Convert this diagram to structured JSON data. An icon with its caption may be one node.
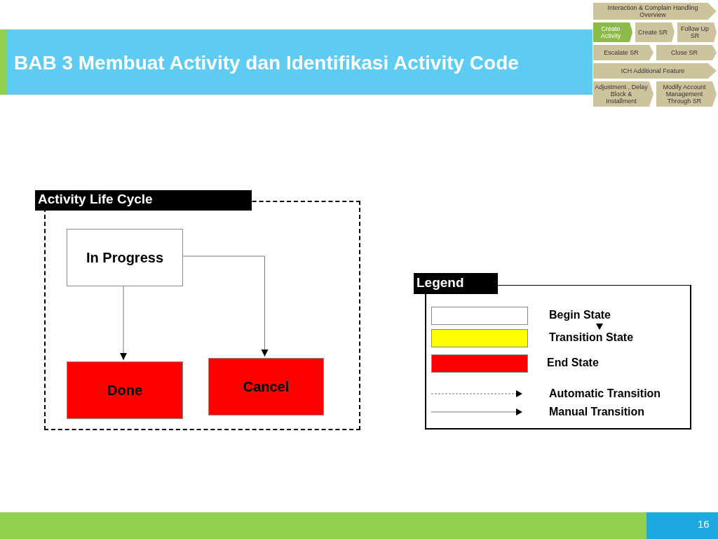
{
  "diagram": {
    "title": "BAB 3 Membuat Activity dan Identifikasi Activity Code",
    "nodes": [
      {
        "text": [
          "Interaction & Complain Handling Overview"
        ]
      },
      {
        "text": [
          "Create Activity"
        ]
      },
      {
        "text": [
          "Create SR"
        ]
      },
      {
        "text": [
          "Follow Up SR"
        ]
      },
      {
        "text": [
          "Escalate SR"
        ]
      },
      {
        "text": [
          "Close SR"
        ]
      },
      {
        "text": [
          "ICH Additional Feature"
        ]
      },
      {
        "text": [
          "Adjustment , Delay Block & Installment"
        ]
      },
      {
        "text": [
          "Modify Account Management Through SR"
        ]
      },
      {
        "text": [
          "Activity Life Cycle"
        ]
      },
      {
        "text": [
          "In Progress"
        ],
        "in": 9
      },
      {
        "text": [
          "Done"
        ],
        "in": 9
      },
      {
        "text": [
          "Cancel"
        ],
        "in": 9
      }
    ],
    "edges": [
      {
        "from": 10,
        "to": 11,
        "arrow": "to"
      },
      {
        "from": 10,
        "to": 12,
        "arrow": "to"
      }
    ],
    "labels": [
      "Legend",
      "16"
    ],
    "legend": [
      {
        "text": "Begin State",
        "color": "#ffffff"
      },
      {
        "text": "Transition State",
        "color": "#ffff00"
      },
      {
        "text": "End State",
        "color": "#ff0000"
      },
      {
        "text": "Automatic Transition"
      },
      {
        "text": "Manual Transition"
      }
    ]
  }
}
